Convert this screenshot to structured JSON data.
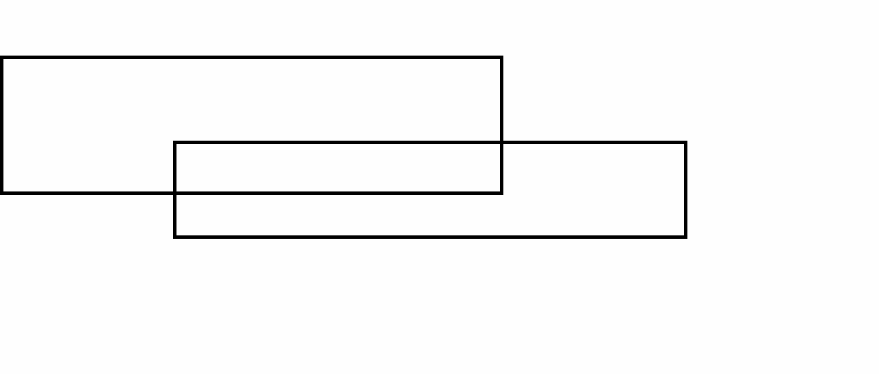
{
  "colors": {
    "background": "#fefefe",
    "stroke": "#000000"
  },
  "shapes": [
    {
      "type": "rectangle",
      "fill": "none"
    },
    {
      "type": "rectangle",
      "fill": "none"
    }
  ]
}
